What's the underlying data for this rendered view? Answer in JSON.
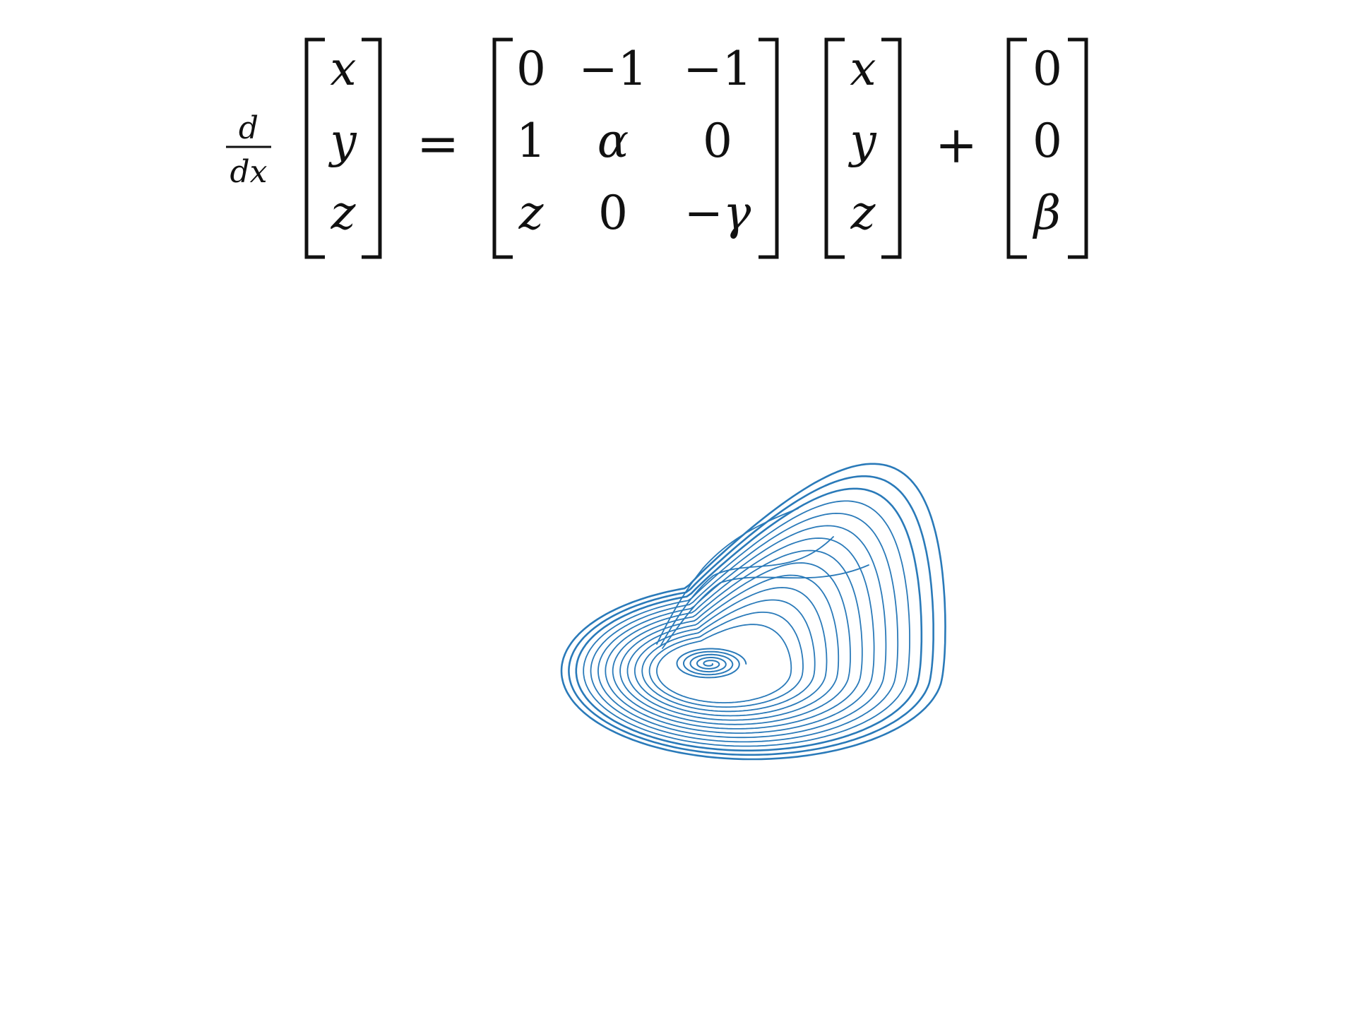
{
  "equation": {
    "derivative": {
      "numerator": "d",
      "denominator": "dx"
    },
    "state_vector": [
      "x",
      "y",
      "z"
    ],
    "equals": "=",
    "matrix": [
      [
        "0",
        "−1",
        "−1"
      ],
      [
        "1",
        "α",
        "0"
      ],
      [
        "z",
        "0",
        "−γ"
      ]
    ],
    "plus": "+",
    "constant_vector": [
      "0",
      "0",
      "β"
    ]
  },
  "plot": {
    "type": "3d-trajectory",
    "line_color": "#2a7ab9",
    "axes_visible": false
  }
}
